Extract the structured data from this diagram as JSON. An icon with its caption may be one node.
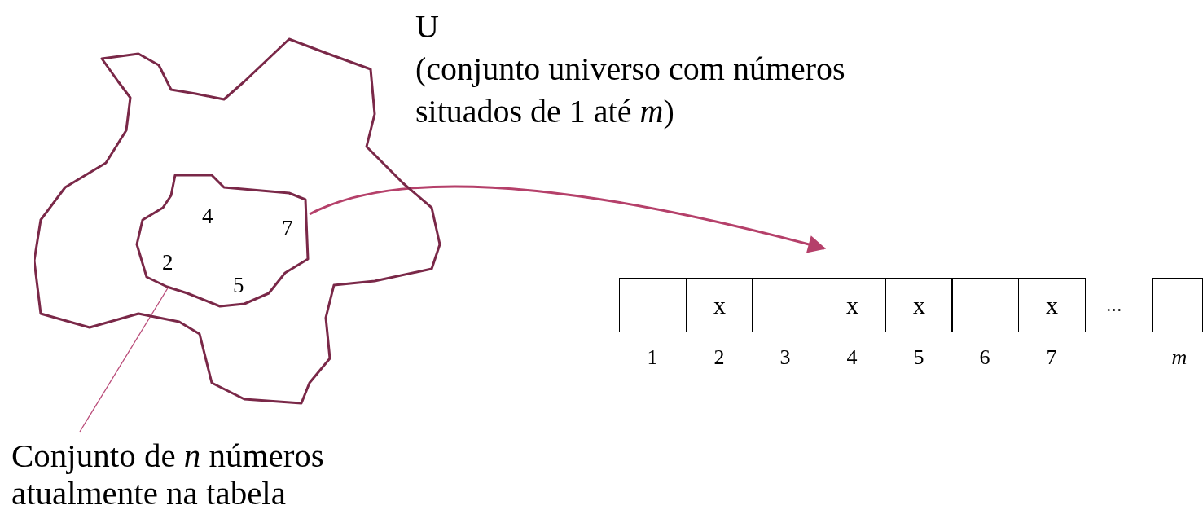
{
  "diagram": {
    "nodes": [
      {
        "text": [
          "U",
          "(conjunto universo com números situados de 1 até *m*)"
        ]
      },
      {
        "text": [
          "4",
          "7",
          "2",
          "5"
        ],
        "in": 0
      },
      {
        "text": [
          "Conjunto de *n* números atualmente na tabela"
        ]
      },
      {
        "text": [],
        "shape": "box"
      },
      {
        "text": [
          "x"
        ]
      },
      {
        "text": [],
        "shape": "box"
      },
      {
        "text": [
          "x"
        ]
      },
      {
        "text": [
          "x"
        ]
      },
      {
        "text": [],
        "shape": "box"
      },
      {
        "text": [
          "x"
        ]
      },
      {
        "text": [],
        "shape": "box"
      }
    ],
    "edges": [
      {
        "from": 2,
        "to": 1,
        "arrow": "none"
      },
      {
        "from": 1,
        "to": 5,
        "arrow": "to"
      }
    ],
    "labels": [
      "...",
      "1",
      "2",
      "3",
      "4",
      "5",
      "6",
      "7",
      "m"
    ]
  }
}
